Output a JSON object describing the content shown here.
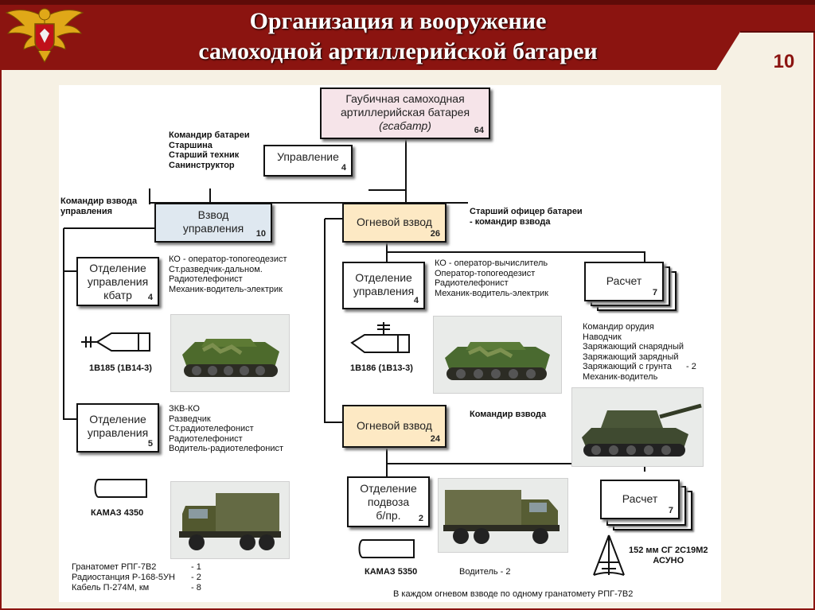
{
  "header": {
    "title_line1": "Организация и вооружение",
    "title_line2": "самоходной артиллерийской батареи",
    "page_number": "10"
  },
  "colors": {
    "banner": "#8b1410",
    "banner_dark": "#5e0b08",
    "page_bg": "#f6f1e4",
    "root_box": "#f6e4e9",
    "platoon_box": "#fde9c4",
    "control_box": "#dfe8f0"
  },
  "diagram": {
    "root": {
      "lines": [
        "Гаубичная самоходная",
        "артиллерийская батарея",
        "(гсабатр)"
      ],
      "count": "64"
    },
    "root_staff": [
      "Командир батареи",
      "Старшина",
      "Старший техник",
      "Санинструктор"
    ],
    "management": {
      "label": "Управление",
      "count": "4"
    },
    "control_platoon": {
      "lines": [
        "Взвод",
        "управления"
      ],
      "count": "10",
      "note": [
        "Командир взвода",
        "управления"
      ]
    },
    "fire_platoon_1": {
      "label": "Огневой взвод",
      "count": "26",
      "note": [
        "Старший офицер батареи",
        "- командир взвода"
      ]
    },
    "fire_platoon_2": {
      "label": "Огневой взвод",
      "count": "24",
      "note": "Командир взвода"
    },
    "kbatr_section": {
      "lines": [
        "Отделение",
        "управления",
        "кбатр"
      ],
      "count": "4",
      "staff": [
        "КО - оператор-топогеодезист",
        "Ст.разведчик-дальном.",
        "Радиотелефонист",
        "Механик-водитель-электрик"
      ],
      "vehicle": "1В185 (1В14-3)"
    },
    "control_section": {
      "lines": [
        "Отделение",
        "управления"
      ],
      "count": "5",
      "staff": [
        "ЗКВ-КО",
        "Разведчик",
        "Ст.радиотелефонист",
        "Радиотелефонист",
        "Водитель-радиотелефонист"
      ],
      "vehicle": "КАМАЗ 4350"
    },
    "fire_control_section": {
      "lines": [
        "Отделение",
        "управления"
      ],
      "count": "4",
      "staff": [
        "КО - оператор-вычислитель",
        "Оператор-топогеодезист",
        "Радиотелефонист",
        "Механик-водитель-электрик"
      ],
      "vehicle": "1В186 (1В13-3)"
    },
    "crew_1": {
      "label": "Расчет",
      "count": "7",
      "staff": [
        "Командир орудия",
        "Наводчик",
        "Заряжающий снарядный",
        "Заряжающий зарядный",
        "Заряжающий с грунта",
        "Механик-водитель"
      ],
      "staff_extra": "- 2"
    },
    "crew_2": {
      "label": "Расчет",
      "count": "7",
      "weapon": [
        "152 мм СГ 2С19М2",
        "АСУНО"
      ]
    },
    "supply_section": {
      "lines": [
        "Отделение",
        "подвоза",
        "б/пр."
      ],
      "count": "2",
      "vehicle": "КАМАЗ 5350",
      "driver": "Водитель - 2"
    },
    "equipment": [
      {
        "name": "Гранатомет РПГ-7В2",
        "qty": "- 1"
      },
      {
        "name": "Радиостанция Р-168-5УН",
        "qty": "- 2"
      },
      {
        "name": "Кабель П-274М, км",
        "qty": "- 8"
      }
    ],
    "footnote": "В каждом огневом взводе по одному гранатомету РПГ-7В2"
  }
}
